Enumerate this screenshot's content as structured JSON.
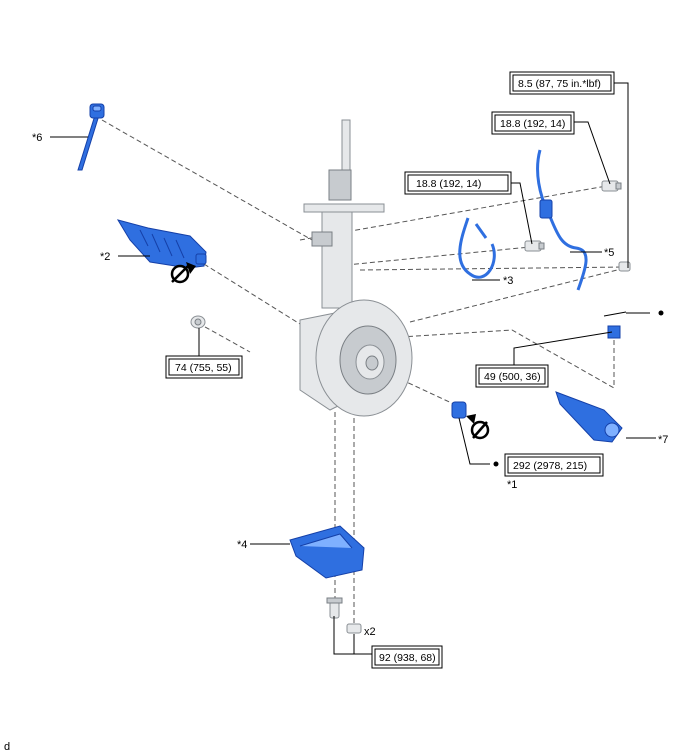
{
  "callouts": {
    "c1": "*1",
    "c2": "*2",
    "c3": "*3",
    "c4": "*4",
    "c5": "*5",
    "c6": "*6",
    "c7": "*7"
  },
  "torque_specs": {
    "t_85": "8.5 (87, 75 in.*lbf)",
    "t_188_a": "18.8 (192, 14)",
    "t_188_b": "18.8 (192, 14)",
    "t_74": "74 (755, 55)",
    "t_49": "49 (500, 36)",
    "t_292": "292 (2978, 215)",
    "t_92": "92 (938, 68)"
  },
  "quantity_mark": "x2",
  "corner_mark": "d",
  "colors": {
    "part_blue": "#2f6fe0",
    "dashed_line": "#555555"
  },
  "icons": [
    "no-reuse-icon",
    "no-reuse-icon",
    "bullet-dot-icon"
  ]
}
